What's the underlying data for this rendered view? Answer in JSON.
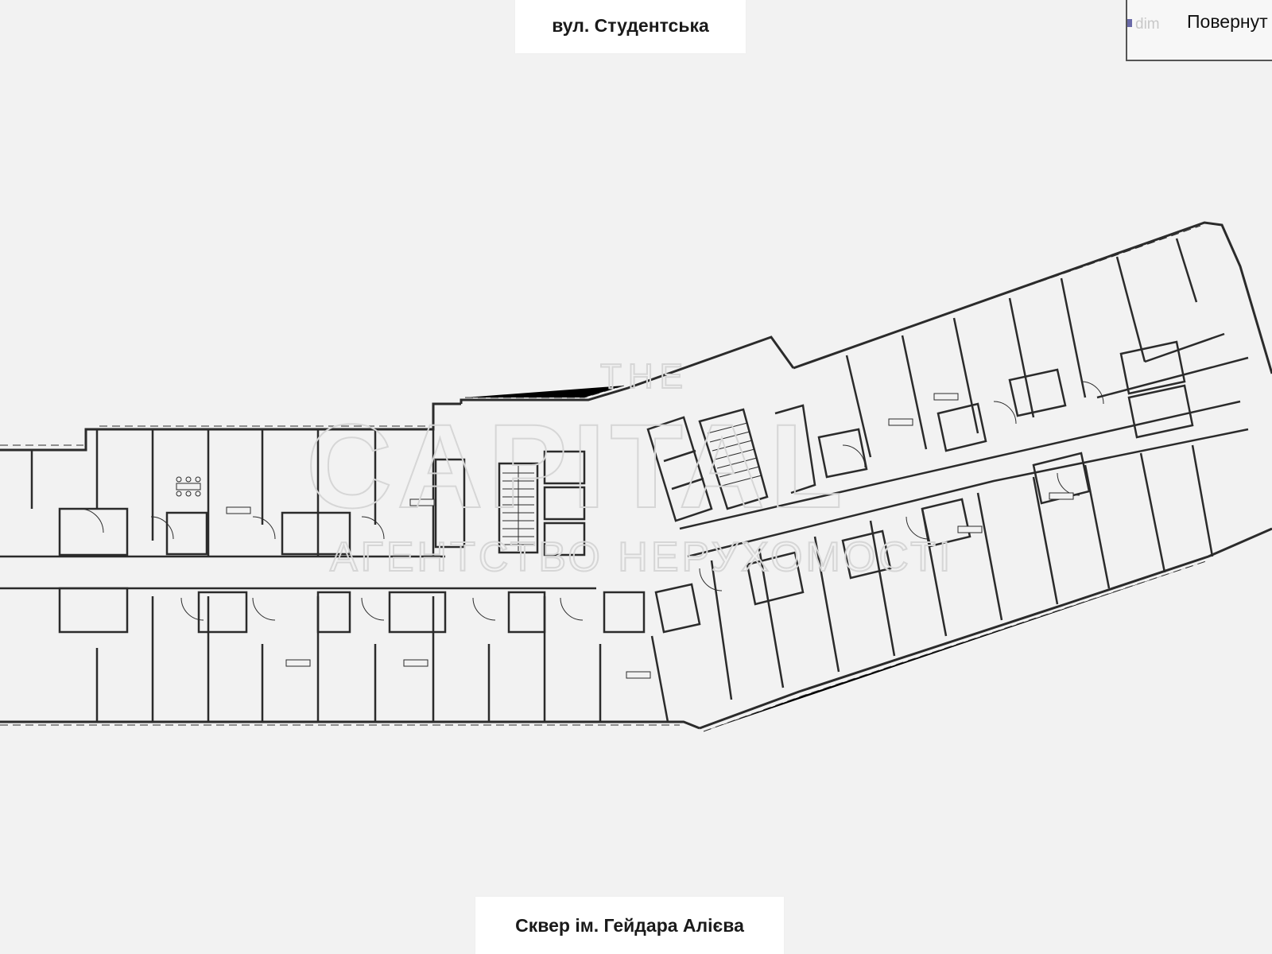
{
  "streets": {
    "top": "вул. Студентська",
    "bottom": "Сквер ім. Гейдара Алієва"
  },
  "controls": {
    "return_label": "Повернут",
    "return_tag": "dim"
  },
  "watermark": {
    "brand_top": "THE",
    "brand_main": "CAPITAL",
    "brand_sub": "АГЕНТСТВО НЕРУХОМОСТІ"
  },
  "colors": {
    "background": "#f2f2f2",
    "wall": "#2b2b2b",
    "label_bg": "#ffffff",
    "watermark": "#d9d9d9"
  }
}
